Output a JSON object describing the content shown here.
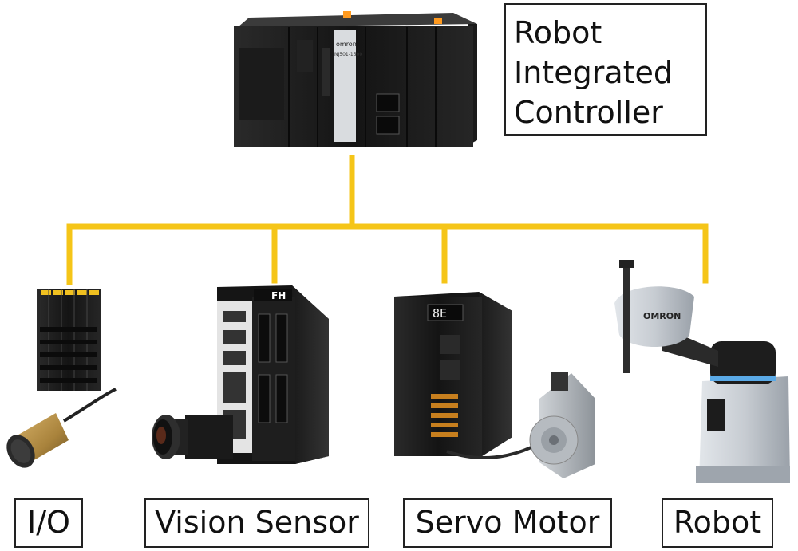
{
  "controller": {
    "title_lines": [
      "Robot",
      "Integrated",
      "Controller"
    ],
    "model_text": "NJ501-1500",
    "brand_text": "omron"
  },
  "devices": [
    {
      "label": "I/O"
    },
    {
      "label": "Vision Sensor",
      "badge_text": "FH"
    },
    {
      "label": "Servo Motor",
      "display_text": "8E"
    },
    {
      "label": "Robot",
      "brand_text": "OMRON"
    }
  ],
  "colors": {
    "bus": "#F5C518",
    "device_dark": "#1c1c1c",
    "device_mid": "#3a3a3a",
    "robot_light": "#b9c1cb",
    "robot_accent": "#5aa9e6"
  }
}
